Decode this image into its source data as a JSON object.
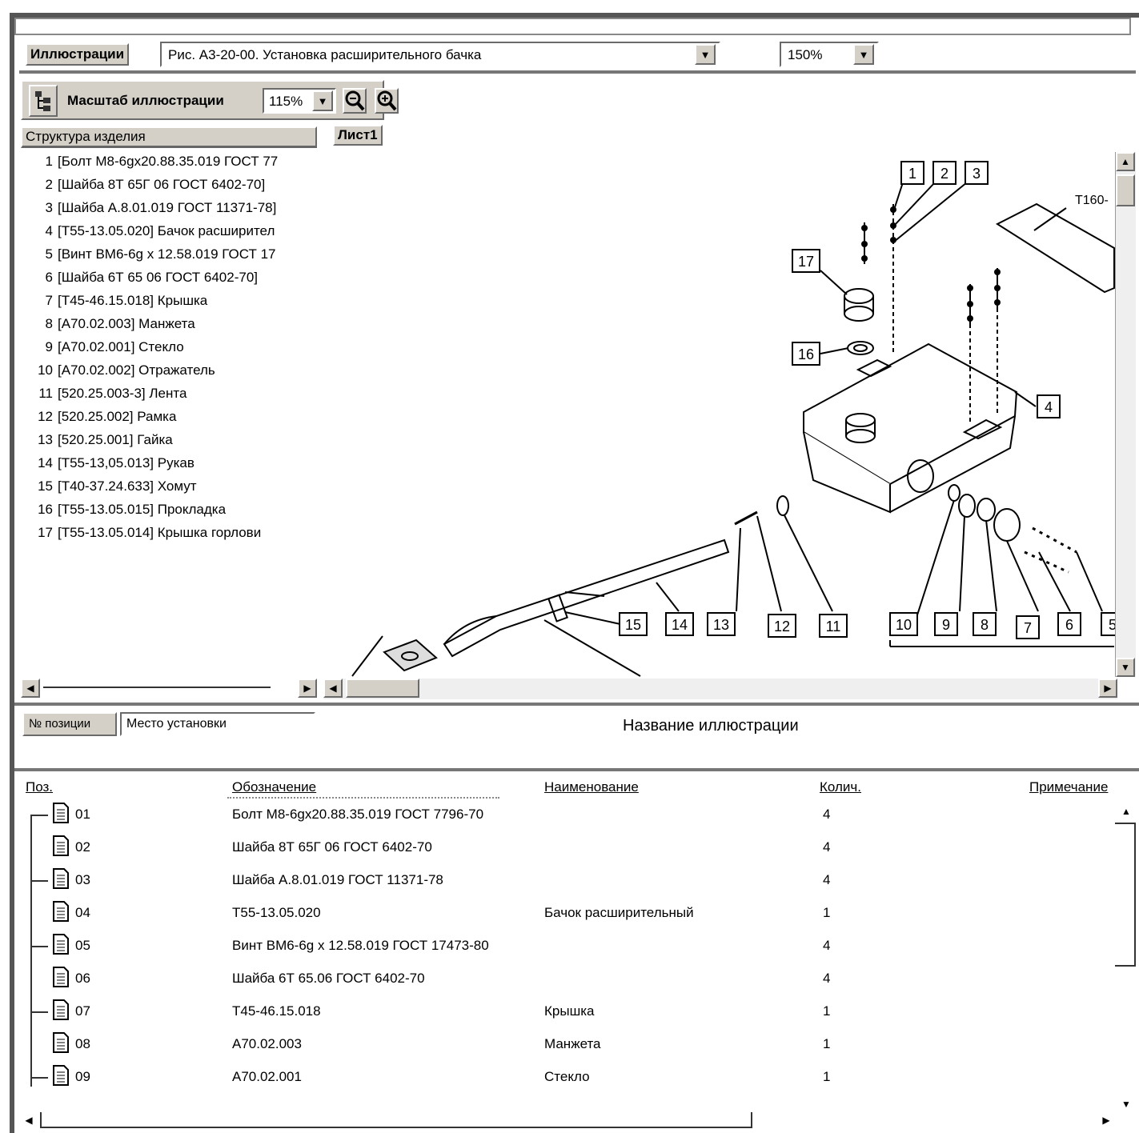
{
  "toolbar": {
    "illustrations_label": "Иллюстрации",
    "illustration_value": "Рис. А3-20-00. Установка расширительного бачка",
    "zoom_value": "150%",
    "scale_label": "Масштаб иллюстрации",
    "scale_value": "115%"
  },
  "structure": {
    "header": "Структура изделия",
    "sheet_label": "Лист1",
    "items": [
      {
        "n": "1",
        "text": "[Болт М8-6gx20.88.35.019 ГОСТ  77"
      },
      {
        "n": "2",
        "text": "[Шайба 8Т 65Г 06 ГОСТ 6402-70]"
      },
      {
        "n": "3",
        "text": "[Шайба А.8.01.019 ГОСТ 11371-78]"
      },
      {
        "n": "4",
        "text": "[Т55-13.05.020] Бачок расширител"
      },
      {
        "n": "5",
        "text": "[Винт ВМ6-6g x 12.58.019  ГОСТ 17"
      },
      {
        "n": "6",
        "text": "[Шайба 6Т 65 06 ГОСТ 6402-70]"
      },
      {
        "n": "7",
        "text": "[Т45-46.15.018] Крышка"
      },
      {
        "n": "8",
        "text": "[А70.02.003]  Манжета"
      },
      {
        "n": "9",
        "text": "[А70.02.001]  Стекло"
      },
      {
        "n": "10",
        "text": "[А70.02.002]  Отражатель"
      },
      {
        "n": "11",
        "text": "[520.25.003-3]  Лента"
      },
      {
        "n": "12",
        "text": "[520.25.002]  Рамка"
      },
      {
        "n": "13",
        "text": "[520.25.001]  Гайка"
      },
      {
        "n": "14",
        "text": "[Т55-13,05.013]  Рукав"
      },
      {
        "n": "15",
        "text": "[Т40-37.24.633]  Хомут"
      },
      {
        "n": "16",
        "text": "[Т55-13.05.015]  Прокладка"
      },
      {
        "n": "17",
        "text": "[Т55-13.05.014]  Крышка горлови"
      }
    ]
  },
  "drawing": {
    "callouts": [
      "1",
      "2",
      "3",
      "4",
      "5",
      "6",
      "7",
      "8",
      "9",
      "10",
      "11",
      "12",
      "13",
      "14",
      "15",
      "16",
      "17"
    ],
    "partial_label": "Т160-"
  },
  "lower": {
    "tab_position": "№ позиции",
    "tab_place": "Место установки",
    "illustration_name": "Название иллюстрации"
  },
  "table": {
    "headers": {
      "pos": "Поз.",
      "designation": "Обозначение",
      "name": "Наименование",
      "qty": "Колич.",
      "note": "Примечание"
    },
    "rows": [
      {
        "pos": "01",
        "designation": "Болт М8-6gx20.88.35.019 ГОСТ  7796-70",
        "name": "",
        "qty": "4"
      },
      {
        "pos": "02",
        "designation": "Шайба 8Т 65Г 06 ГОСТ 6402-70",
        "name": "",
        "qty": "4"
      },
      {
        "pos": "03",
        "designation": "Шайба А.8.01.019 ГОСТ 11371-78",
        "name": "",
        "qty": "4"
      },
      {
        "pos": "04",
        "designation": "Т55-13.05.020",
        "name": "Бачок расширительный",
        "qty": "1"
      },
      {
        "pos": "05",
        "designation": "Винт ВМ6-6g x 12.58.019  ГОСТ 17473-80",
        "name": "",
        "qty": "4"
      },
      {
        "pos": "06",
        "designation": "Шайба 6Т 65.06 ГОСТ 6402-70",
        "name": "",
        "qty": "4"
      },
      {
        "pos": "07",
        "designation": "Т45-46.15.018",
        "name": "Крышка",
        "qty": "1"
      },
      {
        "pos": "08",
        "designation": "А70.02.003",
        "name": "Манжета",
        "qty": "1"
      },
      {
        "pos": "09",
        "designation": "А70.02.001",
        "name": "Стекло",
        "qty": "1"
      }
    ]
  }
}
